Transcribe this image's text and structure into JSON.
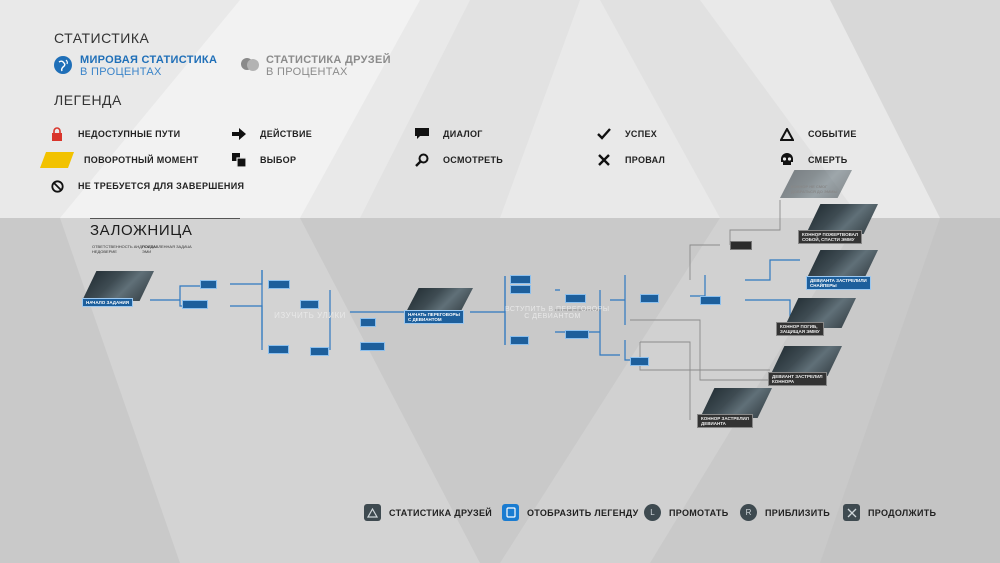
{
  "stats": {
    "title": "СТАТИСТИКА",
    "world_line1": "МИРОВАЯ СТАТИСТИКА",
    "world_line2": "В ПРОЦЕНТАХ",
    "friends_line1": "СТАТИСТИКА ДРУЗЕЙ",
    "friends_line2": "В ПРОЦЕНТАХ"
  },
  "legend": {
    "title": "ЛЕГЕНДА",
    "items": [
      {
        "label": "НЕДОСТУПНЫЕ ПУТИ",
        "icon": "lock-icon"
      },
      {
        "label": "ПОВОРОТНЫЙ МОМЕНТ",
        "icon": "turning-point-icon"
      },
      {
        "label": "НЕ ТРЕБУЕТСЯ ДЛЯ ЗАВЕРШЕНИЯ",
        "icon": "not-required-icon"
      },
      {
        "label": "ДЕЙСТВИЕ",
        "icon": "action-arrow-icon"
      },
      {
        "label": "ВЫБОР",
        "icon": "choice-icon"
      },
      {
        "label": "ДИАЛОГ",
        "icon": "dialogue-icon"
      },
      {
        "label": "ОСМОТРЕТЬ",
        "icon": "inspect-icon"
      },
      {
        "label": "УСПЕХ",
        "icon": "success-check-icon"
      },
      {
        "label": "ПРОВАЛ",
        "icon": "failure-cross-icon"
      },
      {
        "label": "СОБЫТИЕ",
        "icon": "event-triangle-icon"
      },
      {
        "label": "СМЕРТЬ",
        "icon": "death-skull-icon"
      }
    ]
  },
  "chapter": {
    "title": "ЗАЛОЖНИЦА",
    "sub1": "ОТВЕТСТВЕННОСТЬ АНДРОИДА\nНЕДОВЕРИЕ",
    "sub2": "ПОСТАВЛЕННАЯ ЗАДАЧА\nЭМИ"
  },
  "flowchart": {
    "start": "НАЧАЛО ЗАДАНИЯ",
    "investigate_area": "ИЗУЧИТЬ УЛИКИ",
    "negotiate_area": "ВСТУПИТЬ В ПЕРЕГОВОРЫ\nС ДЕВИАНТОМ",
    "begin_negotiation": "НАЧАТЬ ПЕРЕГОВОРЫ\nС ДЕВИАНТОМ",
    "ending_deviant_suicide": "КОННОР ПОЖЕРТВОВАЛ\nСОБОЙ, СПАСТИ ЭММУ",
    "ending_shot_snipers": "ДЕВИАНТА ЗАСТРЕЛИЛИ\nСНАЙПЕРЫ",
    "ending_connor_died": "КОННОР ПОГИБ,\nЗАЩИЩАЯ ЭММУ",
    "ending_deviant_shot_connor": "ДЕВИАНТ ЗАСТРЕЛИЛ\nКОННОРА",
    "ending_connor_shot_deviant": "КОННОР ЗАСТРЕЛИЛ\nДЕВИАНТА",
    "ending_faint_top": "КОННОР НЕ СМОГ\nДОБРАТЬСЯ ДО ЭММЫ"
  },
  "bottom_bar": [
    {
      "label": "СТАТИСТИКА ДРУЗЕЙ",
      "icon": "triangle-button-icon"
    },
    {
      "label": "ОТОБРАЗИТЬ ЛЕГЕНДУ",
      "icon": "touchpad-button-icon"
    },
    {
      "label": "ПРОМОТАТЬ",
      "icon": "l-stick-button-icon"
    },
    {
      "label": "ПРИБЛИЗИТЬ",
      "icon": "r-stick-button-icon"
    },
    {
      "label": "ПРОДОЛЖИТЬ",
      "icon": "cross-button-icon"
    }
  ],
  "colors": {
    "accent": "#1d5f9c",
    "world_stats": "#1f6fb8",
    "turning_point": "#f2c200",
    "lock": "#d9352b",
    "lock_dot": "#e04a2e"
  }
}
